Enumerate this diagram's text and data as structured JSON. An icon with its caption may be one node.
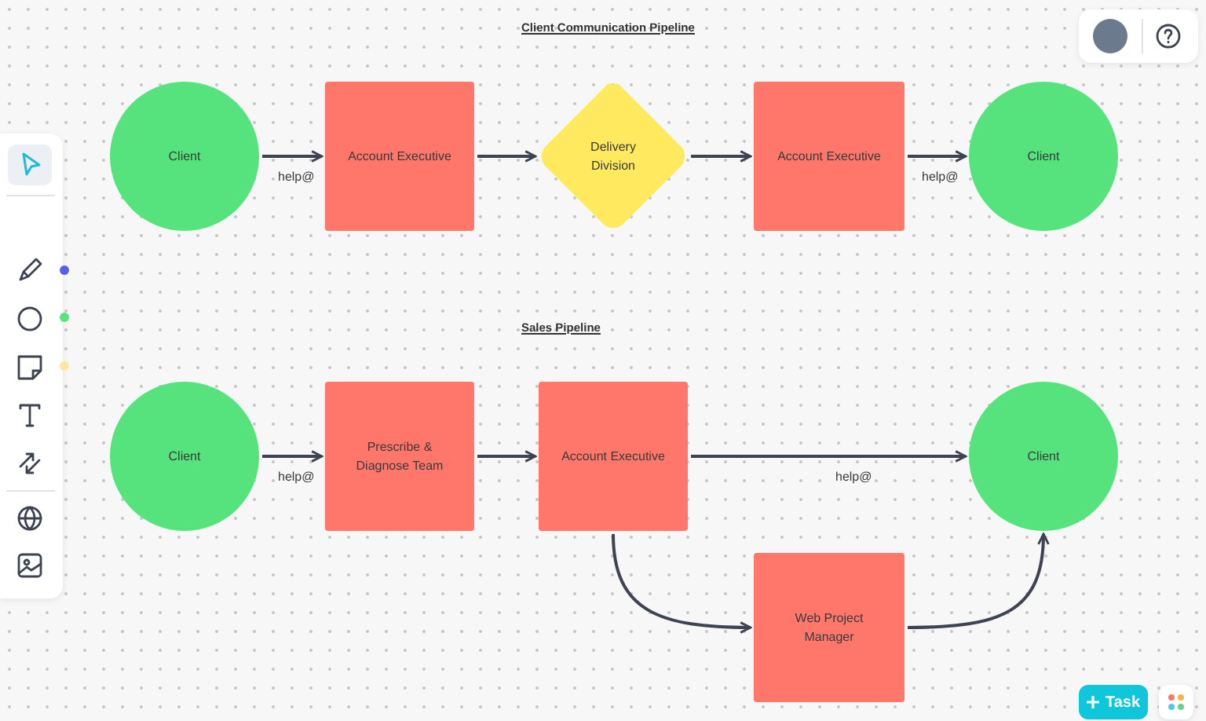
{
  "diagram": {
    "nodes": [
      {
        "text": [
          "Client"
        ]
      },
      {
        "text": [
          "Account Executive"
        ]
      },
      {
        "text": [
          "Delivery Division"
        ]
      },
      {
        "text": [
          "Account Executive"
        ]
      },
      {
        "text": [
          "Client"
        ]
      },
      {
        "text": [
          "Client"
        ]
      },
      {
        "text": [
          "Prescribe & Diagnose Team"
        ]
      },
      {
        "text": [
          "Account Executive"
        ]
      },
      {
        "text": [
          "Client"
        ]
      },
      {
        "text": [
          "Web Project Manager"
        ]
      }
    ],
    "edges": [
      {
        "from": 0,
        "to": 1,
        "arrow": "to",
        "label": "help@"
      },
      {
        "from": 1,
        "to": 2,
        "arrow": "to"
      },
      {
        "from": 2,
        "to": 3,
        "arrow": "to"
      },
      {
        "from": 3,
        "to": 4,
        "arrow": "to",
        "label": "help@"
      },
      {
        "from": 5,
        "to": 6,
        "arrow": "to",
        "label": "help@"
      },
      {
        "from": 6,
        "to": 7,
        "arrow": "to"
      },
      {
        "from": 7,
        "to": 8,
        "arrow": "to",
        "label": "help@"
      },
      {
        "from": 7,
        "to": 9,
        "arrow": "to"
      },
      {
        "from": 9,
        "to": 8,
        "arrow": "to"
      }
    ],
    "labels": [
      "Client Communication Pipeline",
      "Sales Pipeline",
      "Task"
    ]
  }
}
